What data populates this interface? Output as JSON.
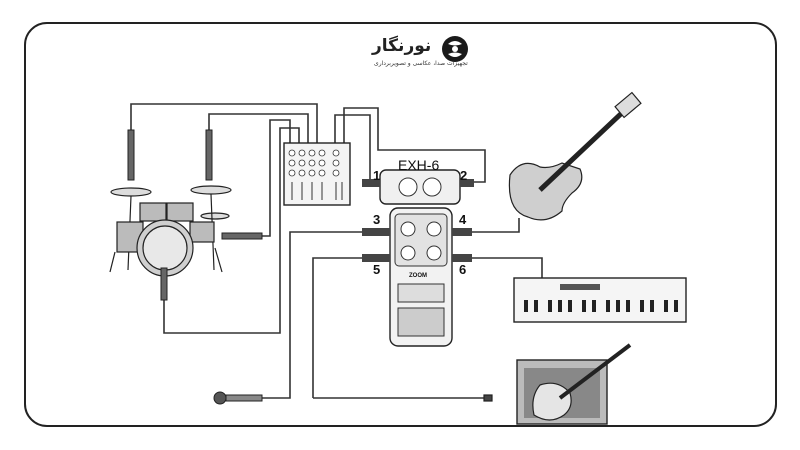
{
  "logo": {
    "name": "نورنگار",
    "tagline": "تجهیزات صدا، عکاسی و تصویربرداری"
  },
  "device": {
    "model": "EXH-6",
    "brand": "ZOOM"
  },
  "ports": [
    "1",
    "2",
    "3",
    "4",
    "5",
    "6"
  ]
}
